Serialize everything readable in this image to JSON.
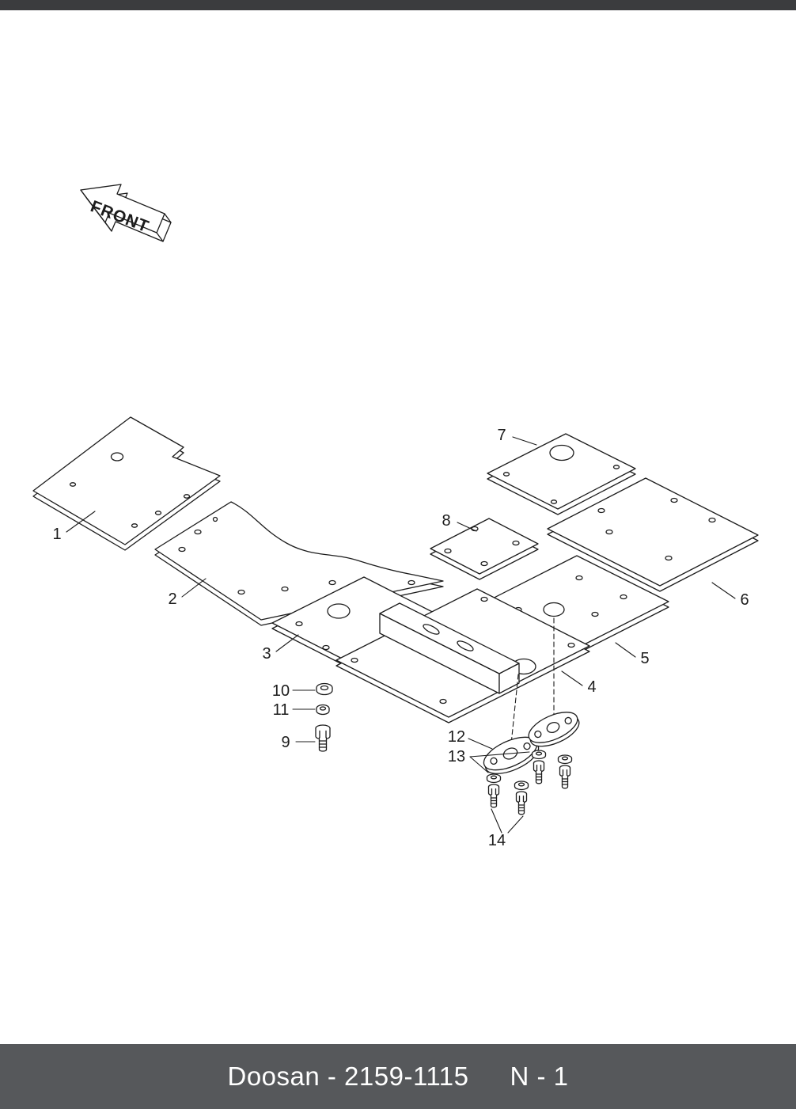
{
  "footer": {
    "doc_label": "Doosan - 2159-1115",
    "page_label": "N - 1"
  },
  "diagram": {
    "front_arrow_label": "FRONT",
    "callouts": [
      {
        "id": "1"
      },
      {
        "id": "2"
      },
      {
        "id": "3"
      },
      {
        "id": "4"
      },
      {
        "id": "5"
      },
      {
        "id": "6"
      },
      {
        "id": "7"
      },
      {
        "id": "8"
      },
      {
        "id": "9"
      },
      {
        "id": "10"
      },
      {
        "id": "11"
      },
      {
        "id": "12"
      },
      {
        "id": "13"
      },
      {
        "id": "14"
      }
    ]
  },
  "colors": {
    "top_bar_bg": "#3b3c3e",
    "footer_bg": "#56585b",
    "footer_text": "#ffffff",
    "diagram_line": "#1c1c1c"
  }
}
